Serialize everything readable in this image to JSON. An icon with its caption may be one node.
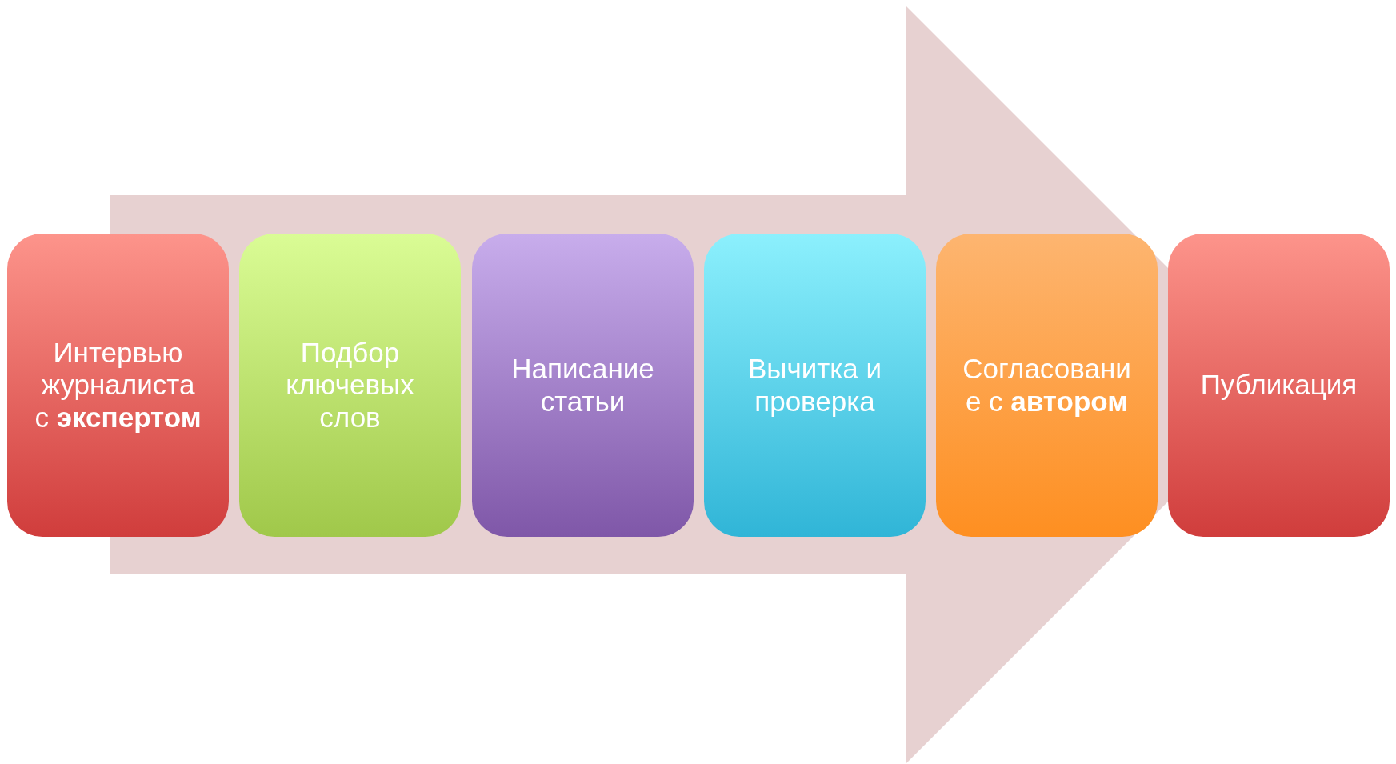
{
  "diagram": {
    "nodes": [
      {
        "text": [
          "Интервью журналиста с **экспертом**"
        ]
      },
      {
        "text": [
          "Подбор ключевых слов"
        ]
      },
      {
        "text": [
          "Написание статьи"
        ]
      },
      {
        "text": [
          "Вычитка и проверка"
        ]
      },
      {
        "text": [
          "Согласовани е с **автором**"
        ]
      },
      {
        "text": [
          "Публикация"
        ]
      }
    ],
    "edges": [
      {
        "from": 0,
        "to": 5,
        "arrow": "to",
        "style": "thick"
      }
    ]
  }
}
